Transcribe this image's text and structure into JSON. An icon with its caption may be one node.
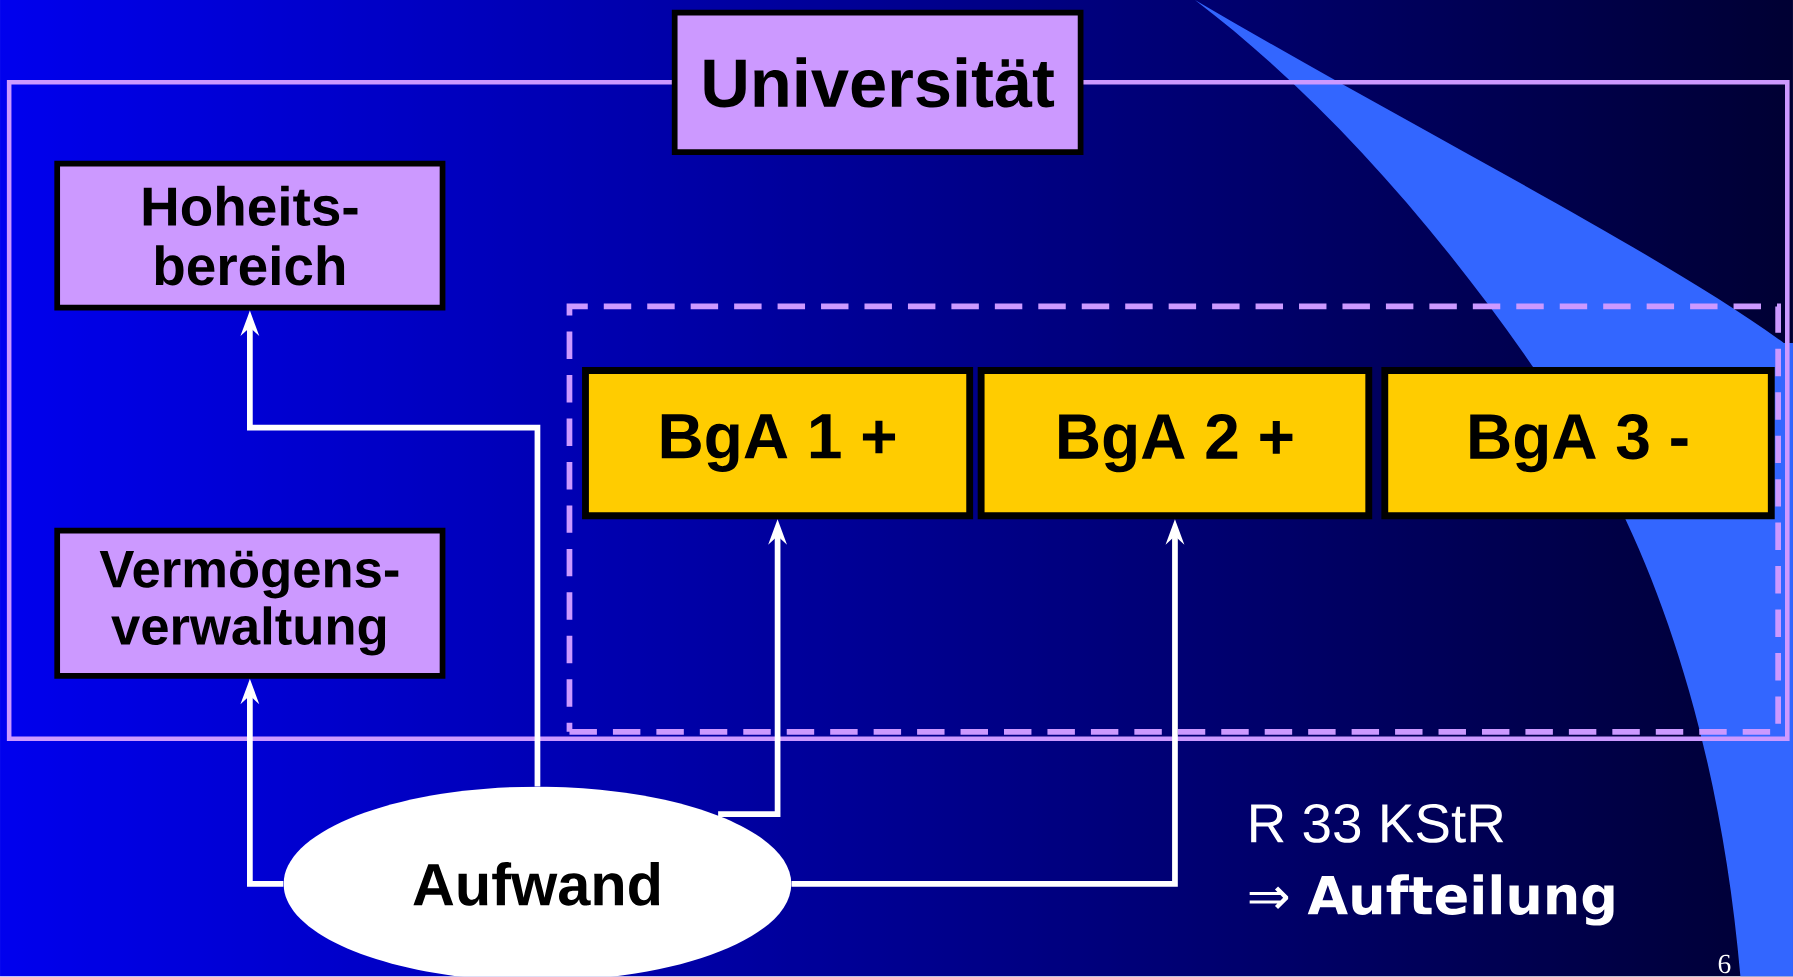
{
  "diagram": {
    "nodes": [
      {
        "text": [],
        "shape": "box"
      },
      {
        "text": [
          "Universität"
        ]
      },
      {
        "text": [
          "Hoheits- bereich"
        ],
        "in": 0
      },
      {
        "text": [
          "Vermögens- verwaltung"
        ],
        "in": 0
      },
      {
        "text": [],
        "shape": "box",
        "in": 0
      },
      {
        "text": [
          "BgA 1 +"
        ],
        "in": 4
      },
      {
        "text": [
          "BgA 2 +"
        ],
        "in": 4
      },
      {
        "text": [
          "BgA 3 -"
        ],
        "in": 4
      },
      {
        "text": [
          "Aufwand"
        ]
      }
    ],
    "edges": [
      {
        "from": 8,
        "to": 2,
        "arrow": "to"
      },
      {
        "from": 8,
        "to": 3,
        "arrow": "to"
      },
      {
        "from": 8,
        "to": 5,
        "arrow": "to"
      },
      {
        "from": 8,
        "to": 6,
        "arrow": "to"
      }
    ],
    "labels": [
      "R 33 KStR",
      "⇒ **Aufteilung**",
      "6"
    ]
  }
}
